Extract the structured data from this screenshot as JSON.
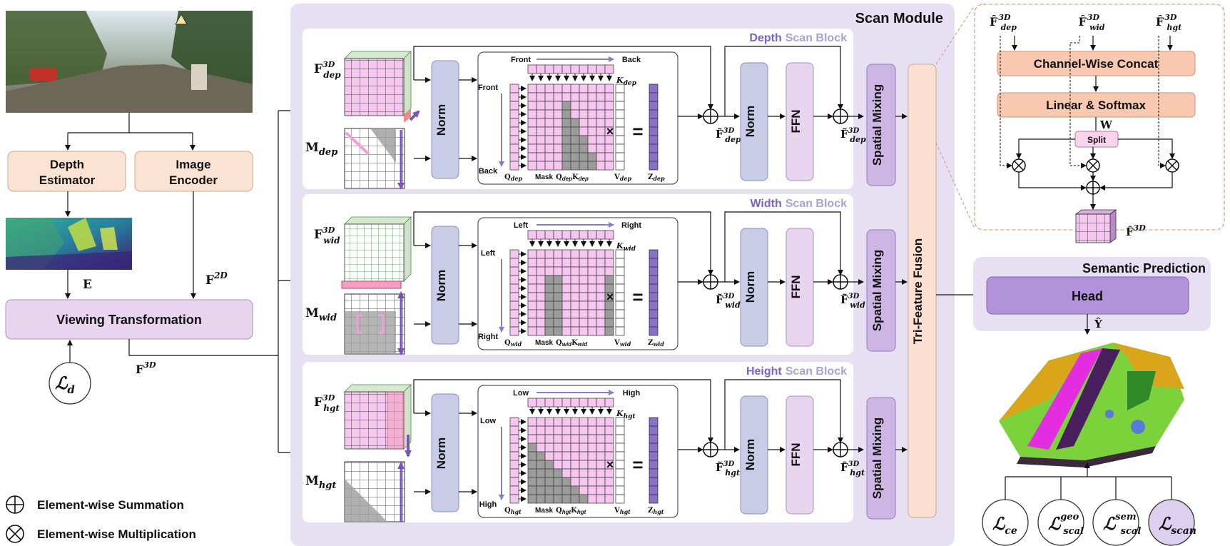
{
  "scan_module": {
    "title": "Scan Module"
  },
  "blocks": {
    "depth": {
      "title_word": "Depth",
      "title_suffix": "Scan Block",
      "F_sub": "dep",
      "M_sub": "dep",
      "axis_top_left": "Front",
      "axis_top_right": "Back",
      "axis_left_top": "Front",
      "axis_left_bottom": "Back",
      "K_label": "K",
      "Q_label": "Q",
      "V_label": "V",
      "Z_label": "Z",
      "mask_label": "Mask",
      "mask_formula": "Q",
      "kt_label": "K",
      "ft_label": "F"
    },
    "width": {
      "title_word": "Width",
      "title_suffix": "Scan Block",
      "F_sub": "wid",
      "M_sub": "wid",
      "axis_top_left": "Left",
      "axis_top_right": "Right",
      "axis_left_top": "Left",
      "axis_left_bottom": "Right",
      "K_label": "K",
      "Q_label": "Q",
      "V_label": "V",
      "Z_label": "Z",
      "mask_label": "Mask",
      "mask_formula": "Q",
      "kt_label": "K",
      "ft_label": "F"
    },
    "height": {
      "title_word": "Height",
      "title_suffix": "Scan Block",
      "F_sub": "hgt",
      "M_sub": "hgt",
      "axis_top_left": "Low",
      "axis_top_right": "High",
      "axis_left_top": "Low",
      "axis_left_bottom": "High",
      "K_label": "K",
      "Q_label": "Q",
      "V_label": "V",
      "Z_label": "Z",
      "mask_label": "Mask",
      "mask_formula": "Q",
      "kt_label": "K",
      "ft_label": "F"
    }
  },
  "ops": {
    "norm": "Norm",
    "ffn": "FFN",
    "spatial_mixing": "Spatial Mixing",
    "tri_fusion": "Tri-Feature Fusion",
    "times": "×",
    "equals": "="
  },
  "left": {
    "depth_estimator_1": "Depth",
    "depth_estimator_2": "Estimator",
    "image_encoder_1": "Image",
    "image_encoder_2": "Encoder",
    "viewing_transformation": "Viewing Transformation",
    "E": "E",
    "F2D": "F",
    "F2D_sup": "2D",
    "F3D": "F",
    "F3D_sup": "3D",
    "Ld": "ℒ",
    "Ld_sub": "d"
  },
  "fusion": {
    "concat": "Channel-Wise Concat",
    "linear_softmax": "Linear & Softmax",
    "W": "W",
    "split": "Split",
    "F3D_hat": "F̂",
    "sup": "3D",
    "in_dep": "dep",
    "in_wid": "wid",
    "in_hgt": "hgt"
  },
  "semantic": {
    "title": "Semantic Prediction",
    "head": "Head",
    "Y_hat": "Ŷ"
  },
  "losses": [
    {
      "main": "ℒ",
      "sub": "ce",
      "sup": ""
    },
    {
      "main": "ℒ",
      "sub": "scal",
      "sup": "geo"
    },
    {
      "main": "ℒ",
      "sub": "scal",
      "sup": "sem"
    },
    {
      "main": "ℒ",
      "sub": "scan",
      "sup": ""
    }
  ],
  "legend": {
    "sum": "Element-wise Summation",
    "mult": "Element-wise Multiplication"
  },
  "colors": {
    "module_bg": "#e6e0f2",
    "norm": "#c9cce6",
    "ffn": "#e8d4ee",
    "spatial": "#cdb6e3",
    "tri": "#fbe0d2",
    "orange_box": "#f8c9b0",
    "peach": "#fbe3d3",
    "pink": "#f7c6f0",
    "gray": "#9c9c9c",
    "purple": "#8870c8",
    "head": "#b292d8",
    "title_purple": "#7a62c8",
    "title_light": "#a9a2d6",
    "loss4": "#ddd0ef"
  }
}
